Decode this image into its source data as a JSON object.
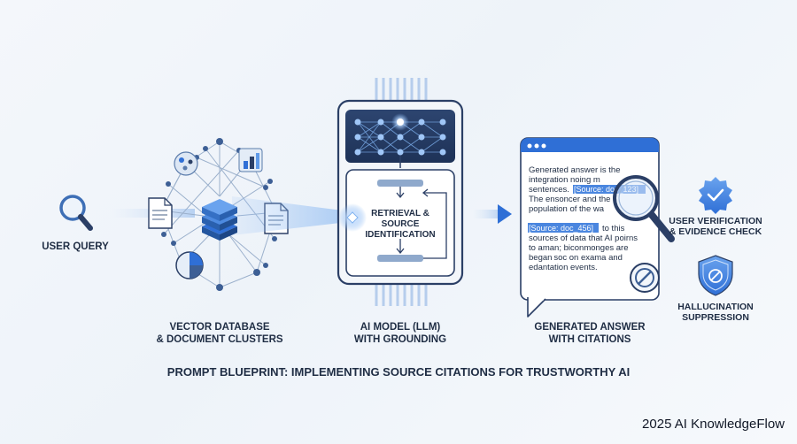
{
  "labels": {
    "user_query": "USER QUERY",
    "vector_db_line1": "VECTOR DATABASE",
    "vector_db_line2": "& DOCUMENT CLUSTERS",
    "model_line1": "AI MODEL (LLM)",
    "model_line2": "WITH GROUNDING",
    "answer_line1": "GENERATED ANSWER",
    "answer_line2": "WITH CITATIONS",
    "user_verif_line1": "USER VERIFICATION",
    "user_verif_line2": "& EVIDENCE CHECK",
    "halluc_line1": "HALLUCINATION",
    "halluc_line2": "SUPPRESSION"
  },
  "model_box": {
    "line1": "RETRIEVAL &",
    "line2": "SOURCE",
    "line3": "IDENTIFICATION"
  },
  "answer_text": {
    "line1": "Generated answer  is the",
    "line2": "integration noing m",
    "line3a": "sentences.",
    "citation1": "[Source: doc_123]",
    "line4": "The ensoncer and the",
    "line5": "population of the wa",
    "citation2": "[Source: doc_456]",
    "line6a": "to this",
    "line7": "sources of data that AI poirns",
    "line8": "to aman; biconmonges are",
    "line9": "began soc on exama and",
    "line10": "edantation events."
  },
  "title": "PROMPT BLUEPRINT: IMPLEMENTING SOURCE CITATIONS FOR TRUSTWORTHY AI",
  "watermark": "2025 AI KnowledgeFlow",
  "colors": {
    "accent": "#2f6fd6",
    "dark_navy": "#2b3f66",
    "text": "#1f2d44",
    "highlight": "#4a86df"
  }
}
